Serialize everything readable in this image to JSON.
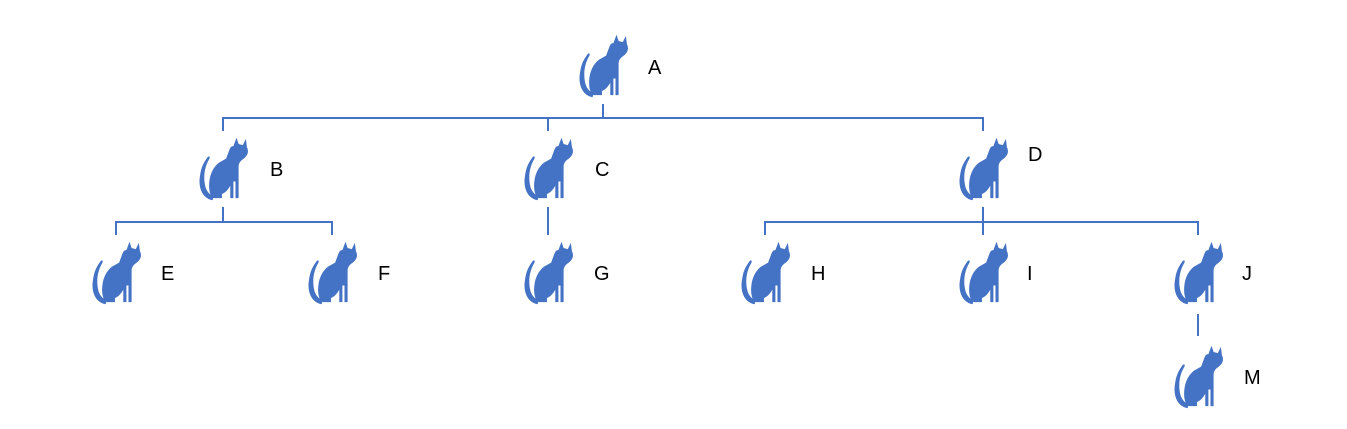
{
  "diagram": {
    "type": "tree",
    "icon": "cat-icon",
    "colors": {
      "icon": "#4472C4",
      "connector": "#4472C4",
      "label": "#000000",
      "background": "#ffffff"
    },
    "nodes": [
      {
        "id": "A",
        "label": "A",
        "parent": null
      },
      {
        "id": "B",
        "label": "B",
        "parent": "A"
      },
      {
        "id": "C",
        "label": "C",
        "parent": "A"
      },
      {
        "id": "D",
        "label": "D",
        "parent": "A"
      },
      {
        "id": "E",
        "label": "E",
        "parent": "B"
      },
      {
        "id": "F",
        "label": "F",
        "parent": "B"
      },
      {
        "id": "G",
        "label": "G",
        "parent": "C"
      },
      {
        "id": "H",
        "label": "H",
        "parent": "D"
      },
      {
        "id": "I",
        "label": "I",
        "parent": "D"
      },
      {
        "id": "J",
        "label": "J",
        "parent": "D"
      },
      {
        "id": "M",
        "label": "M",
        "parent": "J"
      }
    ]
  }
}
